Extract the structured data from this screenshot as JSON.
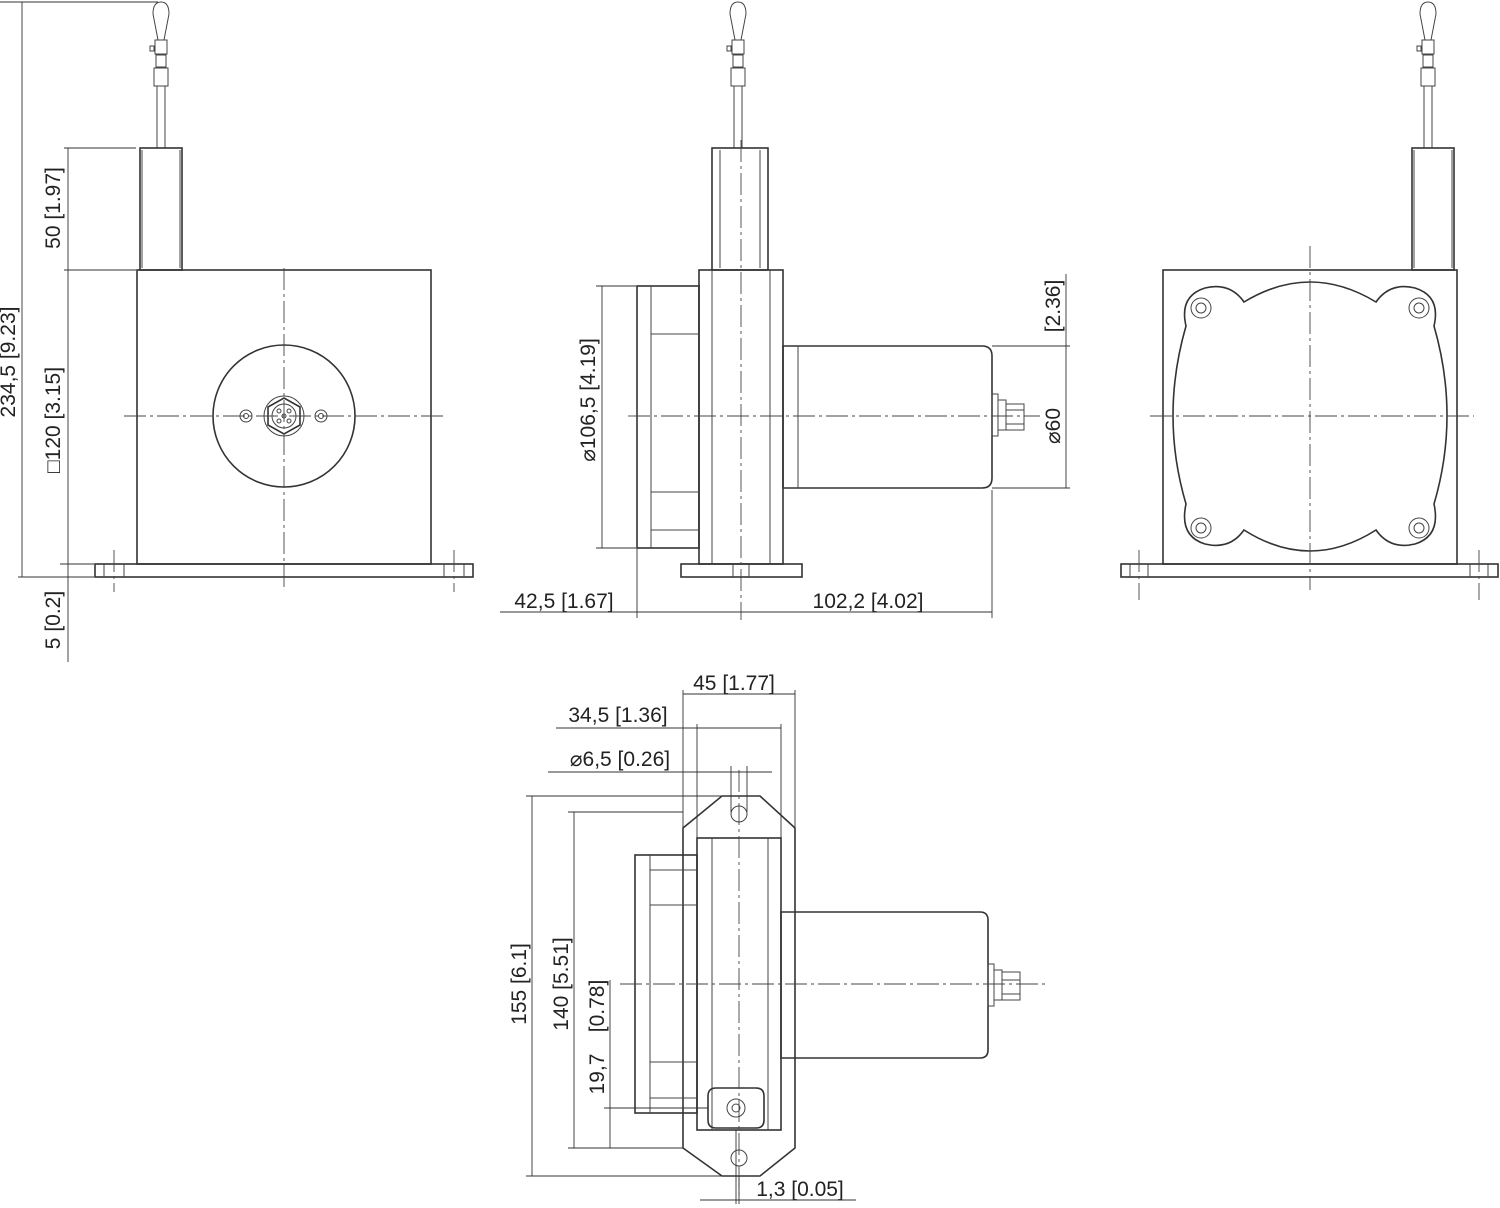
{
  "dimensions": {
    "total_height": "234,5 [9.23]",
    "top_cable": "50 [1.97]",
    "square": "□120 [3.15]",
    "base_thickness": "5 [0.2]",
    "housing_diameter": "⌀106,5 [4.19]",
    "left_depth": "42,5 [1.67]",
    "right_depth": "102,2 [4.02]",
    "encoder_inch": "[2.36]",
    "encoder_diameter": "⌀60",
    "width_45": "45 [1.77]",
    "width_34": "34,5 [1.36]",
    "hole": "⌀6,5 [0.26]",
    "h155": "155 [6.1]",
    "h140": "140 [5.51]",
    "h19": "19,7",
    "h19_inch": "[0.78]",
    "offset": "1,3 [0.05]"
  }
}
